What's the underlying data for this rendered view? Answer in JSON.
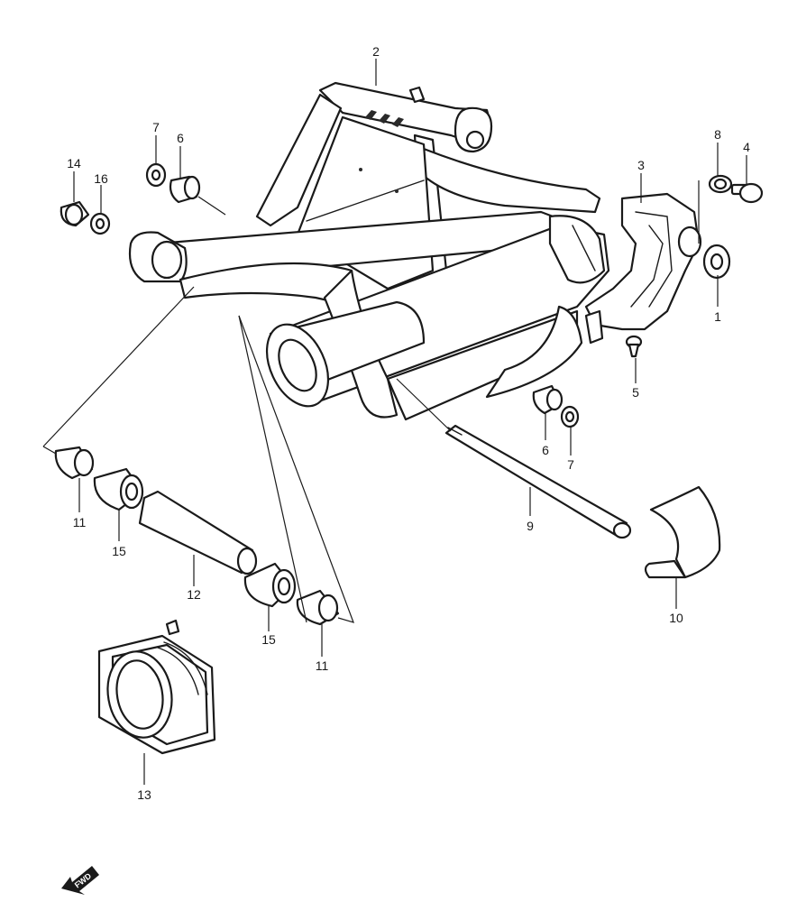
{
  "callouts": [
    {
      "id": "c2",
      "label": "2"
    },
    {
      "id": "c3",
      "label": "3"
    },
    {
      "id": "c4",
      "label": "4"
    },
    {
      "id": "c8a",
      "label": "8"
    },
    {
      "id": "c1",
      "label": "1"
    },
    {
      "id": "c5",
      "label": "5"
    },
    {
      "id": "c7a",
      "label": "7"
    },
    {
      "id": "c6a",
      "label": "6"
    },
    {
      "id": "c14",
      "label": "14"
    },
    {
      "id": "c16",
      "label": "16"
    },
    {
      "id": "c6b",
      "label": "6"
    },
    {
      "id": "c7b",
      "label": "7"
    },
    {
      "id": "c9",
      "label": "9"
    },
    {
      "id": "c10",
      "label": "10"
    },
    {
      "id": "c11a",
      "label": "11"
    },
    {
      "id": "c15a",
      "label": "15"
    },
    {
      "id": "c12",
      "label": "12"
    },
    {
      "id": "c15b",
      "label": "15"
    },
    {
      "id": "c11b",
      "label": "11"
    },
    {
      "id": "c13",
      "label": "13"
    }
  ],
  "front_arrow_text": "FWD",
  "colors": {
    "line": "#1a1a1a",
    "background": "#ffffff"
  }
}
